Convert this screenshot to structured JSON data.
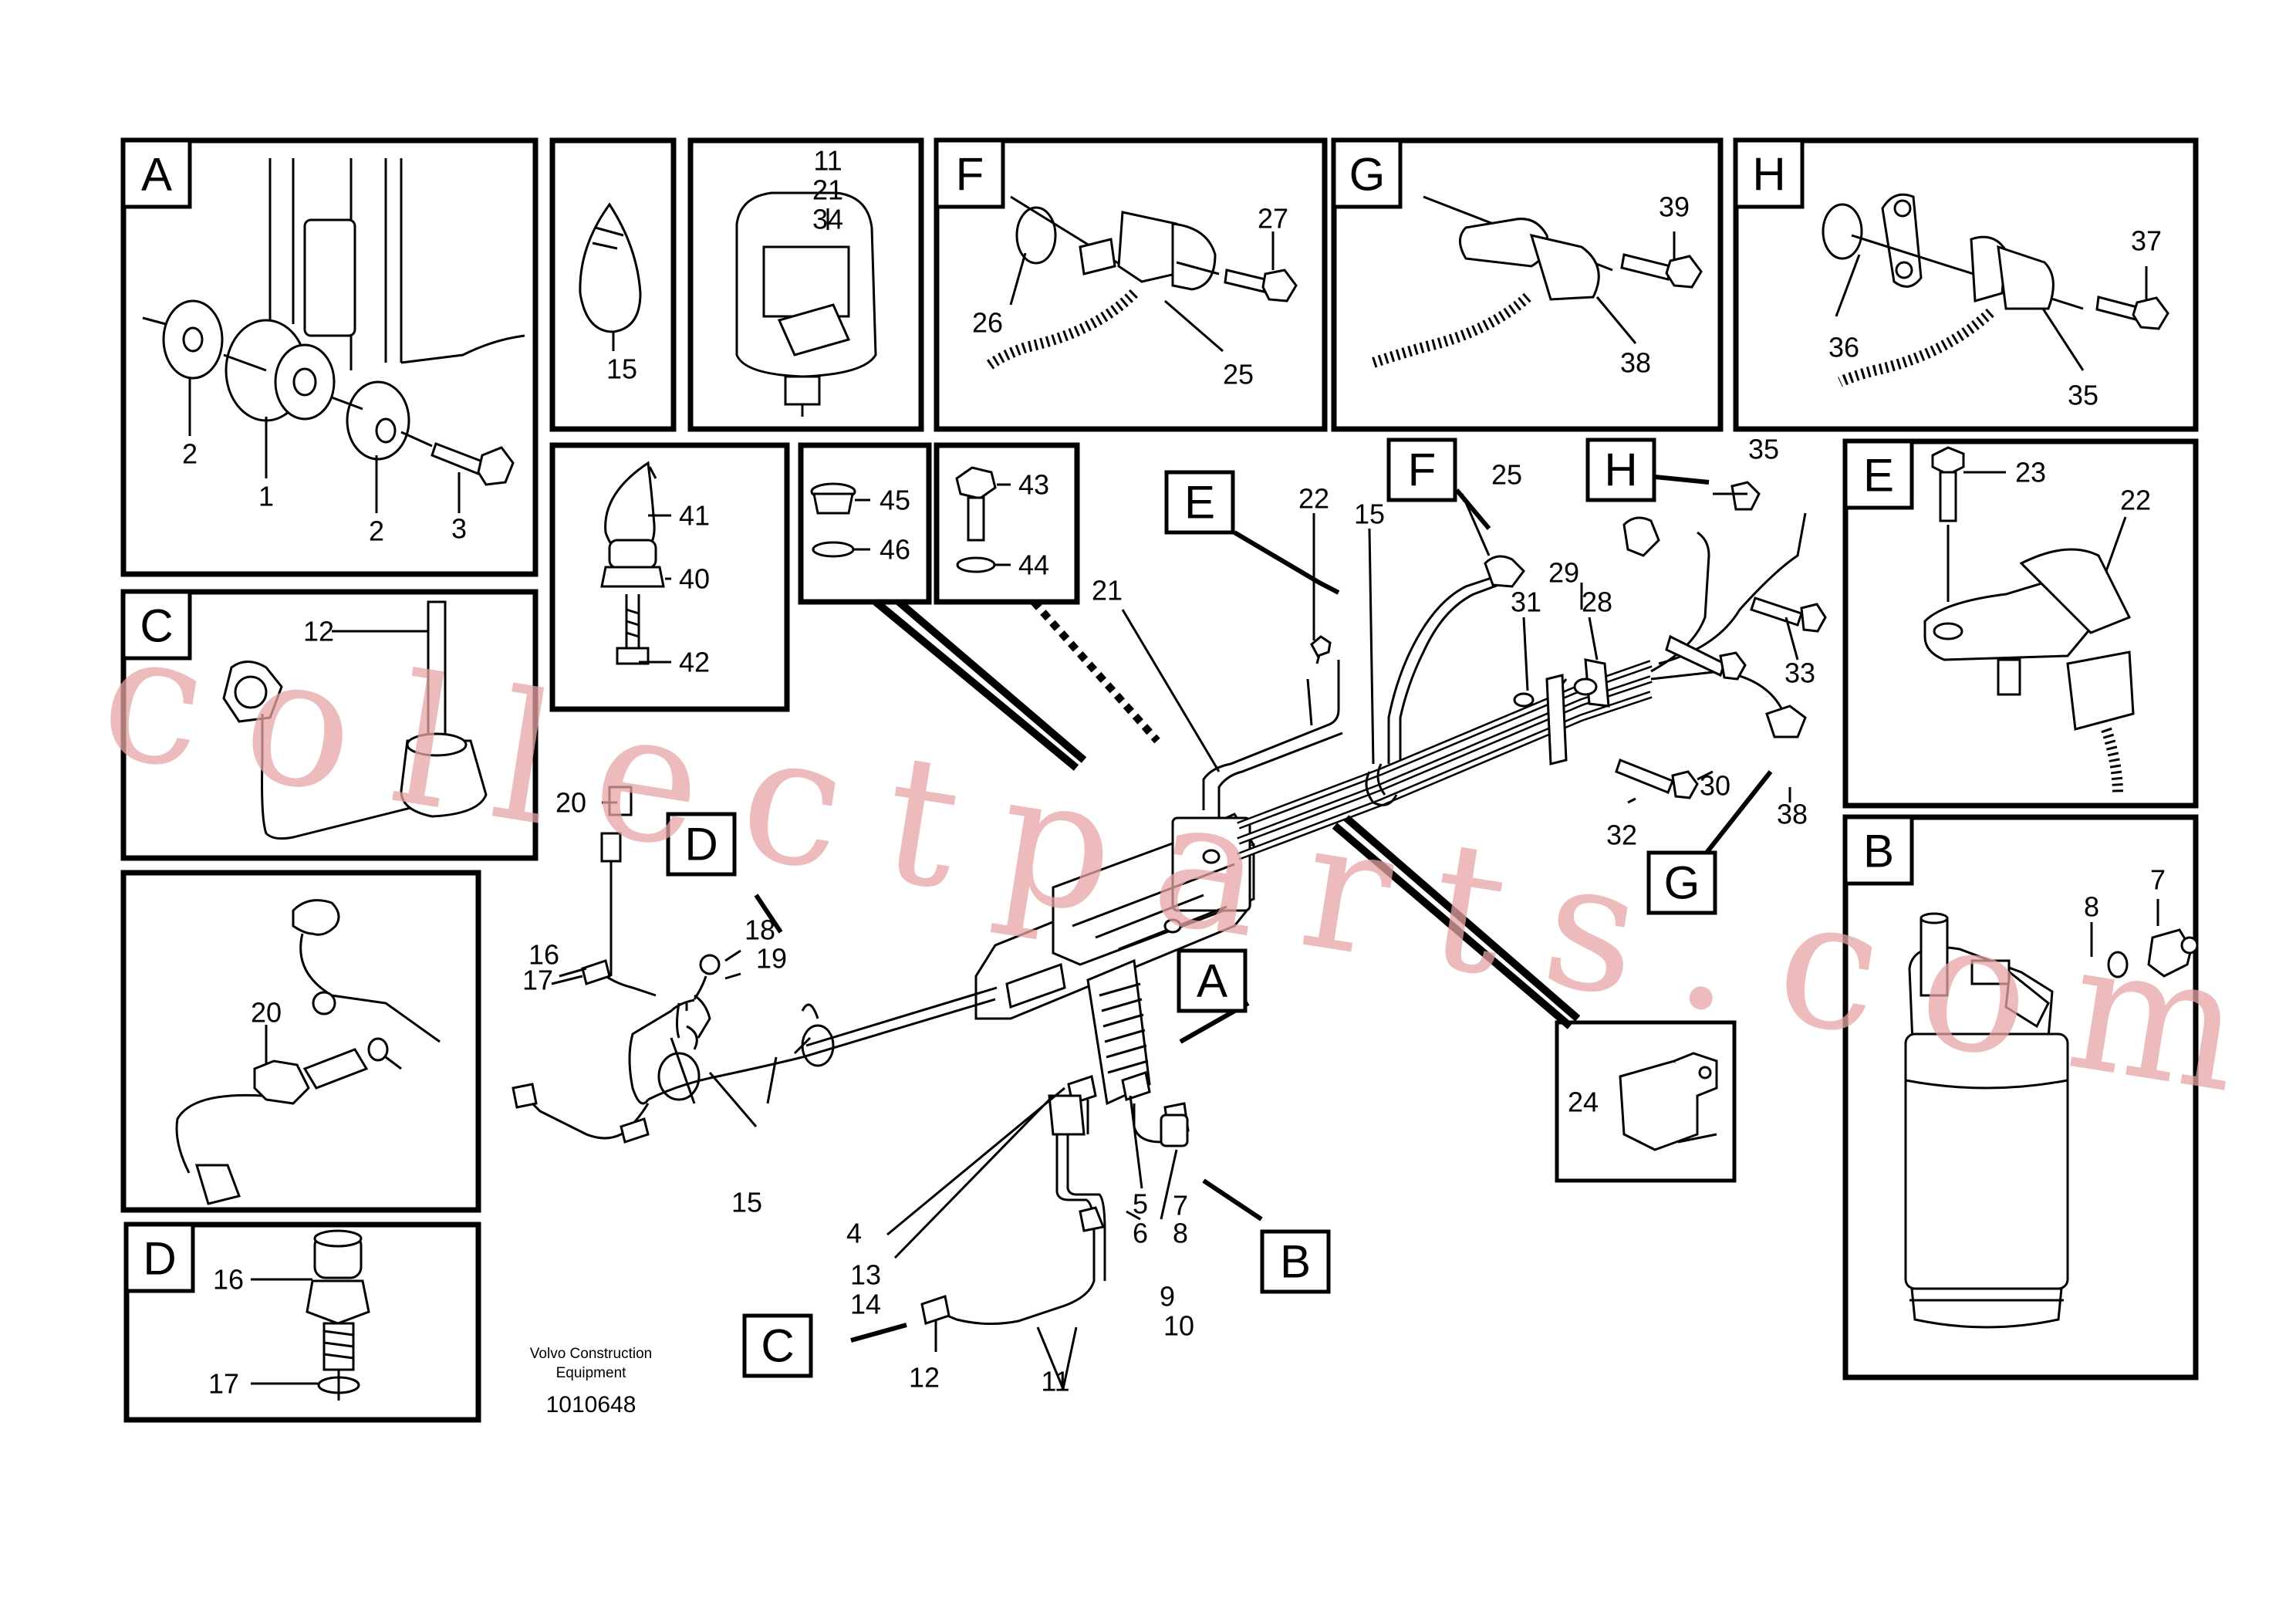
{
  "diagram": {
    "caption_line1": "Volvo Construction",
    "caption_line2": "Equipment",
    "drawing_number": "1010648",
    "watermark": "collectparts.com"
  },
  "panels": {
    "A": {
      "tag": "A",
      "labels": [
        "2",
        "1",
        "2",
        "3"
      ]
    },
    "clip": {
      "labels": [
        "15"
      ]
    },
    "bracket": {
      "labels": [
        "11",
        "21",
        "34"
      ]
    },
    "F": {
      "tag": "F",
      "labels": [
        "27",
        "26",
        "25"
      ]
    },
    "G": {
      "tag": "G",
      "labels": [
        "39",
        "38"
      ]
    },
    "H": {
      "tag": "H",
      "labels": [
        "37",
        "36",
        "35"
      ]
    },
    "C": {
      "tag": "C",
      "labels": [
        "12"
      ]
    },
    "sensor41": {
      "labels": [
        "41",
        "40",
        "42"
      ]
    },
    "plug45": {
      "labels": [
        "45",
        "46"
      ]
    },
    "bolt43": {
      "labels": [
        "43",
        "44"
      ]
    },
    "E": {
      "tag": "E",
      "labels": [
        "23",
        "22"
      ]
    },
    "B": {
      "tag": "B",
      "labels": [
        "8",
        "7"
      ]
    },
    "temp20": {
      "labels": [
        "20"
      ]
    },
    "D": {
      "tag": "D",
      "labels": [
        "16",
        "17"
      ]
    }
  },
  "main": {
    "tags": [
      "E",
      "F",
      "H",
      "D",
      "A",
      "G",
      "B",
      "C"
    ],
    "labels": [
      "22",
      "15",
      "25",
      "35",
      "21",
      "29",
      "31",
      "28",
      "33",
      "30",
      "38",
      "32",
      "20",
      "18",
      "19",
      "16",
      "17",
      "15",
      "4",
      "13",
      "14",
      "5",
      "6",
      "7",
      "8",
      "9",
      "10",
      "12",
      "11",
      "24"
    ]
  }
}
